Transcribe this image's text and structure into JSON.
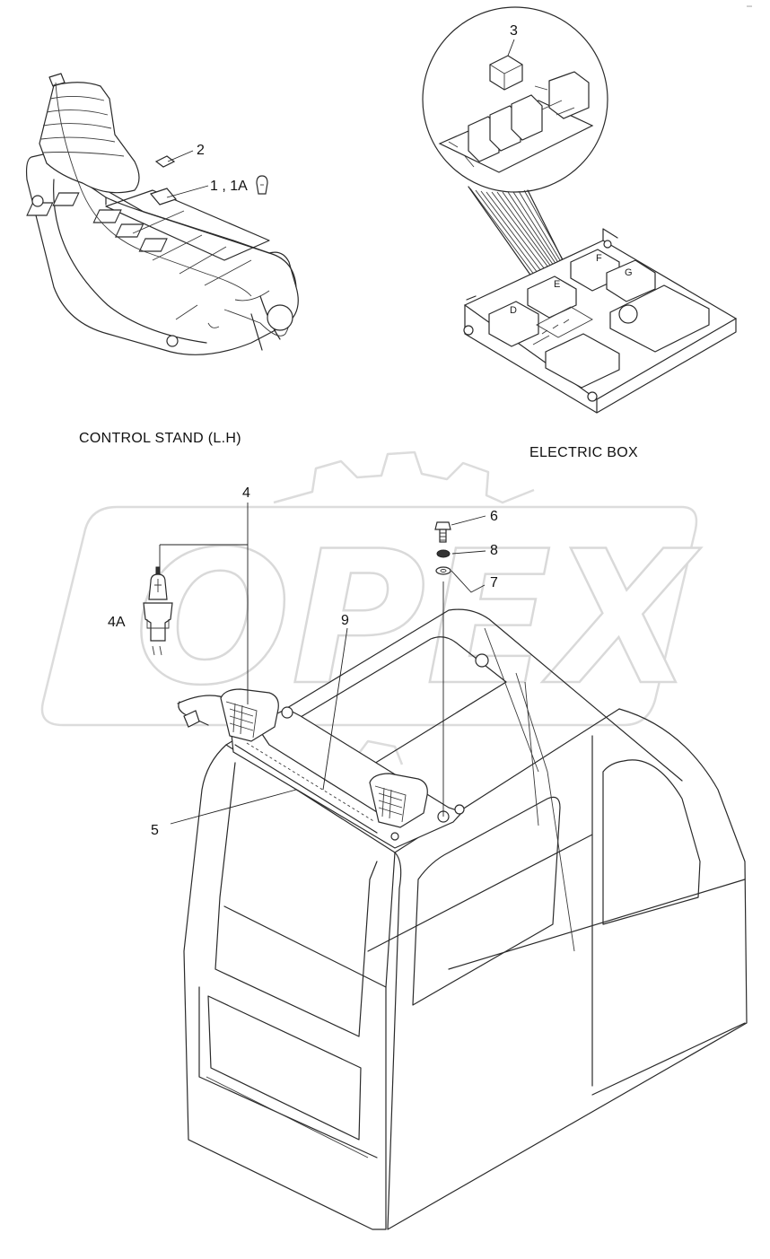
{
  "callouts": {
    "c1": "1 , 1A",
    "c2": "2",
    "c3": "3",
    "c4": "4",
    "c4a": "4A",
    "c5": "5",
    "c6": "6",
    "c7": "7",
    "c8": "8",
    "c9": "9"
  },
  "captions": {
    "control_stand": "CONTROL STAND (L.H)",
    "electric_box": "ELECTRIC BOX"
  },
  "relay_labels": {
    "d": "D",
    "e": "E",
    "f": "F",
    "g": "G"
  },
  "watermark": {
    "text": "OPEX",
    "color": "#d9d9d9"
  },
  "corner_mark": "°°°"
}
